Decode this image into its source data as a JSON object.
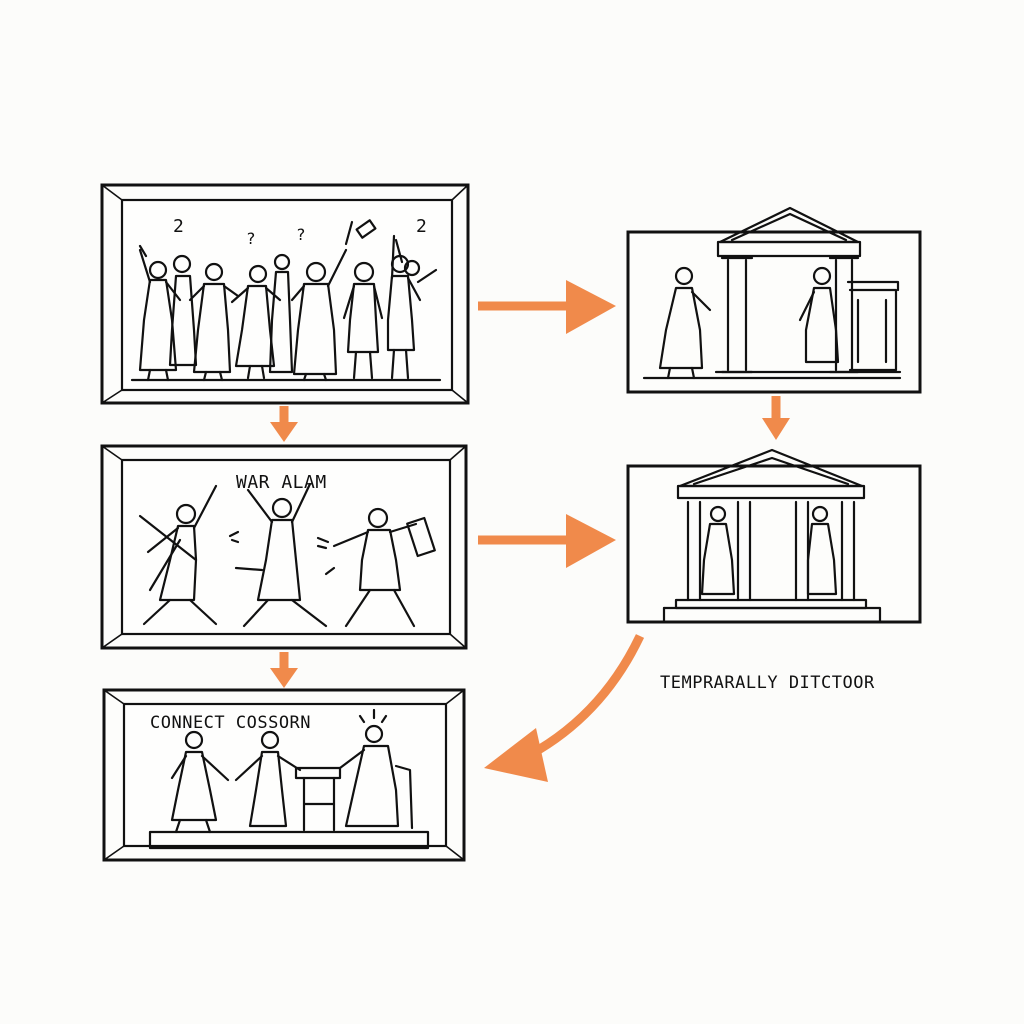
{
  "panels": [
    {
      "id": "crowd",
      "caption": "",
      "marks": [
        "2",
        "?",
        "?",
        "2"
      ]
    },
    {
      "id": "battle",
      "caption": "WAR ALAM"
    },
    {
      "id": "council",
      "caption": "CONNECT COSSORN"
    },
    {
      "id": "temple-meeting",
      "caption": ""
    },
    {
      "id": "temple-statues",
      "caption": ""
    }
  ],
  "side_caption": "TEMPRARALLY DITCTOOR",
  "colors": {
    "arrow": "#f08a4b",
    "ink": "#111111",
    "background": "#fcfcfa"
  }
}
